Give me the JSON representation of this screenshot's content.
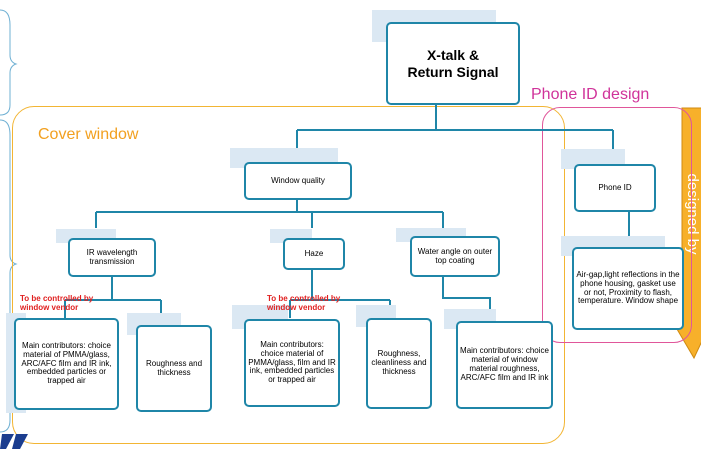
{
  "root": {
    "line1": "X-talk &",
    "line2": "Return Signal"
  },
  "regions": {
    "cover_window": "Cover window",
    "phone_id_design": "Phone ID design"
  },
  "nodes": {
    "window_quality": "Window quality",
    "ir_transmission": "IR wavelength transmission",
    "haze": "Haze",
    "water_angle": "Water angle on outer top coating",
    "ir_contributors": "Main contributors: choice material of PMMA/glass, ARC/AFC film and IR ink, embedded particles or trapped air",
    "roughness_thickness": "Roughness and thickness",
    "haze_contributors": "Main contributors: choice material of PMMA/glass, film and IR ink, embedded particles or trapped air",
    "roughness_cleanliness": "Roughness, cleanliness and thickness",
    "water_contributors": "Main contributors: choice material of window material roughness, ARC/AFC film and IR ink",
    "phone_id": "Phone ID",
    "phone_id_details": "Air-gap,light reflections in the phone housing, gasket use or not, Proximity to flash, temperature. Window shape"
  },
  "labels": {
    "vendor_control_1": "To be controlled by window vendor",
    "vendor_control_2": "To be controlled by window vendor",
    "arrow_text": "designed by"
  },
  "colors": {
    "connector": "#1f86a8",
    "box_border": "#1f86a8",
    "cover_window_border": "#f2b534",
    "cover_window_text": "#f2a020",
    "phone_id_border": "#e0569a",
    "phone_id_text": "#d0339a",
    "vendor_label": "#e02020",
    "arrow_fill": "#f7b02a"
  }
}
